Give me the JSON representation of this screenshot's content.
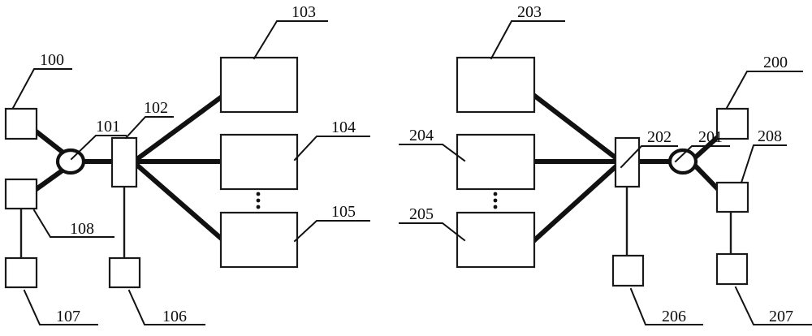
{
  "figure": {
    "title": "Network topology figure with two mirrored clusters",
    "background_color": "#ffffff",
    "line_color": "#111111",
    "text_color": "#0d0d0d"
  },
  "left_cluster": {
    "name": "left-topology",
    "hub_label": "101",
    "switch_label": "102",
    "nodes": [
      {
        "ref": "100",
        "shape": "square",
        "name": "node-100"
      },
      {
        "ref": "101",
        "shape": "circle",
        "name": "node-101"
      },
      {
        "ref": "102",
        "shape": "tall-rect",
        "name": "node-102"
      },
      {
        "ref": "103",
        "shape": "wide-rect",
        "name": "node-103"
      },
      {
        "ref": "104",
        "shape": "wide-rect",
        "name": "node-104"
      },
      {
        "ref": "105",
        "shape": "wide-rect",
        "name": "node-105"
      },
      {
        "ref": "106",
        "shape": "square",
        "name": "node-106"
      },
      {
        "ref": "107",
        "shape": "square",
        "name": "node-107"
      },
      {
        "ref": "108",
        "shape": "square",
        "name": "node-108"
      }
    ],
    "ellipsis": "vertical-ellipsis"
  },
  "right_cluster": {
    "name": "right-topology",
    "hub_label": "201",
    "switch_label": "202",
    "nodes": [
      {
        "ref": "200",
        "shape": "square",
        "name": "node-200"
      },
      {
        "ref": "201",
        "shape": "circle",
        "name": "node-201"
      },
      {
        "ref": "202",
        "shape": "tall-rect",
        "name": "node-202"
      },
      {
        "ref": "203",
        "shape": "wide-rect",
        "name": "node-203"
      },
      {
        "ref": "204",
        "shape": "wide-rect",
        "name": "node-204"
      },
      {
        "ref": "205",
        "shape": "wide-rect",
        "name": "node-205"
      },
      {
        "ref": "206",
        "shape": "square",
        "name": "node-206"
      },
      {
        "ref": "207",
        "shape": "square",
        "name": "node-207"
      },
      {
        "ref": "208",
        "shape": "square",
        "name": "node-208"
      }
    ],
    "ellipsis": "vertical-ellipsis"
  },
  "labels": {
    "l100": "100",
    "l101": "101",
    "l102": "102",
    "l103": "103",
    "l104": "104",
    "l105": "105",
    "l106": "106",
    "l107": "107",
    "l108": "108",
    "l200": "200",
    "l201": "201",
    "l202": "202",
    "l203": "203",
    "l204": "204",
    "l205": "205",
    "l206": "206",
    "l207": "207",
    "l208": "208"
  }
}
